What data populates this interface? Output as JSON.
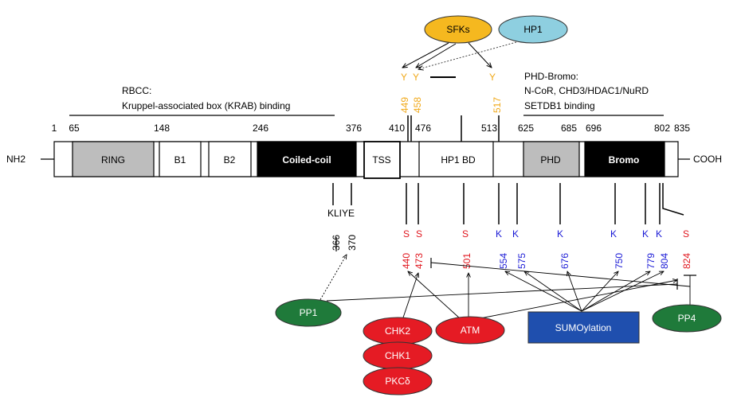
{
  "termini": {
    "n": "NH2",
    "c": "COOH"
  },
  "positions": [
    "1",
    "65",
    "148",
    "246",
    "376",
    "410",
    "476",
    "513",
    "625",
    "685",
    "696",
    "802",
    "835"
  ],
  "domains": [
    "RING",
    "B1",
    "B2",
    "Coiled-coil",
    "TSS",
    "HP1 BD",
    "PHD",
    "Bromo"
  ],
  "rbcc": {
    "line1": "RBCC:",
    "line2": "Kruppel-associated box (KRAB) binding"
  },
  "phd_bromo": {
    "line1": "PHD-Bromo:",
    "line2": "N-CoR, CHD3/HDAC1/NuRD",
    "line3": "SETDB1 binding"
  },
  "kliye": {
    "label": "KLIYE",
    "start": "366",
    "end": "370"
  },
  "tyrosines": {
    "letters": [
      "Y",
      "Y",
      "Y"
    ],
    "numbers": [
      "449",
      "458",
      "517"
    ]
  },
  "sites": {
    "letters": [
      "S",
      "S",
      "S",
      "K",
      "K",
      "K",
      "K",
      "K",
      "K",
      "S"
    ],
    "numbers": [
      "440",
      "473",
      "501",
      "554",
      "575",
      "676",
      "750",
      "779",
      "804",
      "824"
    ]
  },
  "enzymes": {
    "sfks": "SFKs",
    "hp1": "HP1",
    "pp1": "PP1",
    "chk2": "CHK2",
    "chk1": "CHK1",
    "pkcd": "PKCδ",
    "atm": "ATM",
    "sumo": "SUMOylation",
    "pp4": "PP4"
  },
  "colors": {
    "serine": "#e0161e",
    "lysine": "#1a1ad6",
    "tyrosine": "#f0a818",
    "sfks": "#f5b81f",
    "hp1": "#8ecfe0",
    "phosphatase": "#1f7a3a",
    "kinase": "#e51b24",
    "sumo": "#1f4fae",
    "domain_grey": "#bdbdbd",
    "domain_black": "#000000"
  }
}
